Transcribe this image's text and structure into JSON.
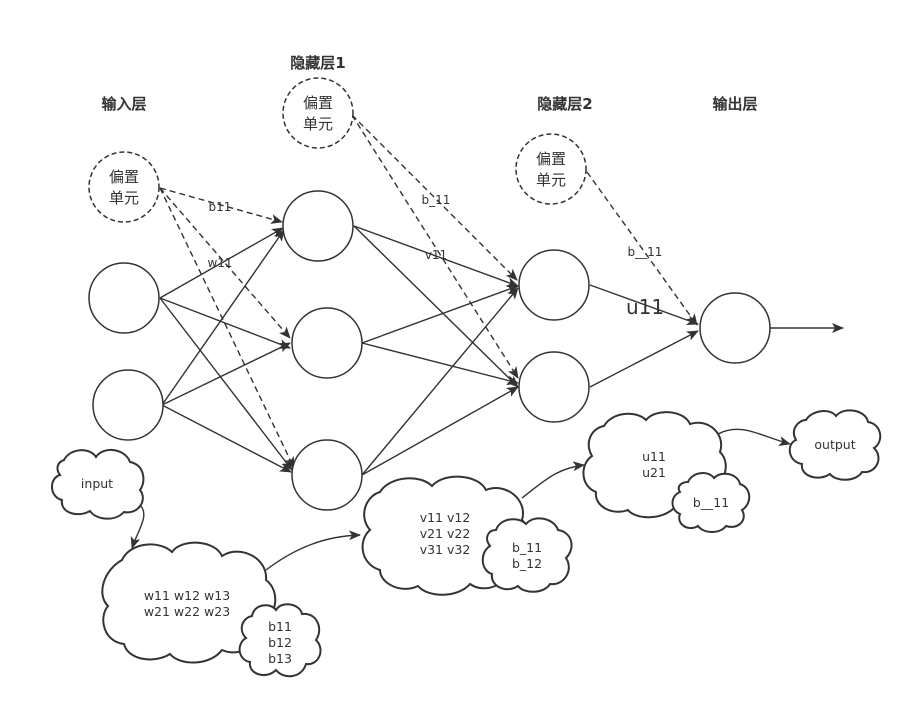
{
  "layers": {
    "input": "输入层",
    "hidden1": "隐藏层1",
    "hidden2": "隐藏层2",
    "output": "输出层"
  },
  "bias_unit": {
    "line1": "偏置",
    "line2": "单元"
  },
  "edge_labels": {
    "b11": "b11",
    "w11": "w11",
    "b_11": "b_11",
    "v11": "v11",
    "b__11": "b__11",
    "u11": "u11"
  },
  "clouds": {
    "input": "input",
    "weights1_row1": "w11  w12  w13",
    "weights1_row2": "w21  w22  w23",
    "bias1": [
      "b11",
      "b12",
      "b13"
    ],
    "weights2": [
      "v11  v12",
      "v21  v22",
      "v31  v32"
    ],
    "bias2": [
      "b_11",
      "b_12"
    ],
    "weights3": [
      "u11",
      "u21"
    ],
    "bias3": "b__11",
    "output": "output"
  }
}
